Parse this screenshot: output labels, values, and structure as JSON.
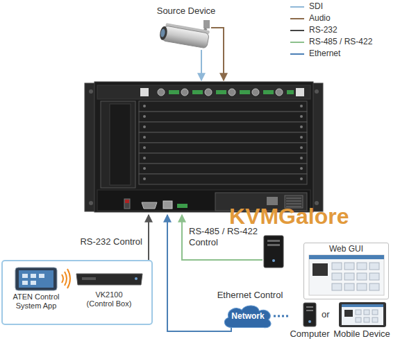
{
  "diagram": {
    "nodes": [
      {
        "text": [
          "Source Device"
        ]
      },
      {
        "text": [
          "ATEN Control System App"
        ]
      },
      {
        "text": [
          "VK2100 (Control Box)"
        ]
      },
      {
        "text": [
          "Web GUI"
        ]
      },
      {
        "text": [
          "Network"
        ]
      },
      {
        "text": [
          "Computer"
        ]
      },
      {
        "text": [
          "Mobile Device"
        ]
      }
    ],
    "edges": [
      {
        "from": 4,
        "to": 5,
        "arrow": "none"
      }
    ],
    "labels": [
      "RS-232 Control",
      "RS-485 / RS-422 Control",
      "Ethernet Control",
      "or",
      "KVMGalore"
    ],
    "legend": [
      {
        "text": "SDI"
      },
      {
        "text": "Audio"
      },
      {
        "text": "RS-232"
      },
      {
        "text": "RS-485 / RS-422"
      },
      {
        "text": "Ethernet"
      }
    ]
  }
}
